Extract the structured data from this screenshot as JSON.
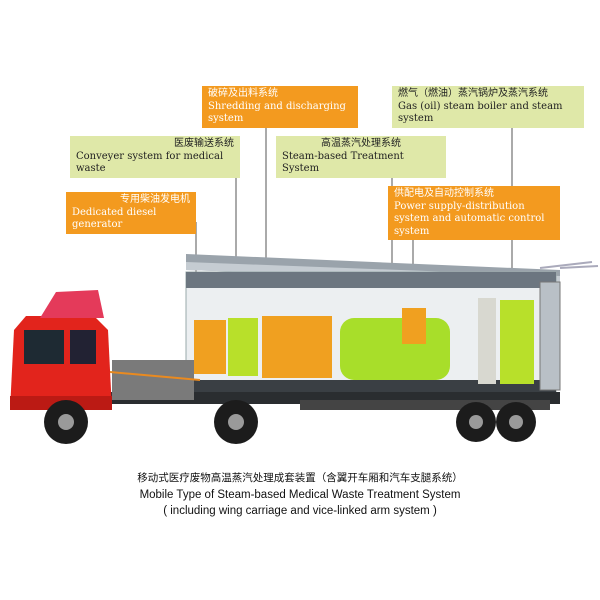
{
  "labels": {
    "shredding": {
      "zh": "破碎及出料系统",
      "en": "Shredding and discharging system"
    },
    "boiler": {
      "zh": "燃气（燃油）蒸汽锅炉及蒸汽系统",
      "en": "Gas (oil) steam boiler and steam system"
    },
    "conveyer": {
      "zh": "医废输送系统",
      "en": "Conveyer system for medical waste"
    },
    "steam_treatment": {
      "zh": "高温蒸汽处理系统",
      "en": "Steam-based Treatment System"
    },
    "diesel": {
      "zh": "专用柴油发电机",
      "en": "Dedicated diesel generator"
    },
    "power": {
      "zh": "供配电及自动控制系统",
      "en": "Power supply-distribution system and automatic control system"
    }
  },
  "caption": {
    "zh": "移动式医疗废物高温蒸汽处理成套装置（含翼开车厢和汽车支腿系统）",
    "en1": "Mobile Type of Steam-based Medical Waste Treatment System",
    "en2": "( including wing carriage and vice-linked arm system )"
  },
  "colors": {
    "green_label": "#dfe8a8",
    "orange_label": "#f39a1f",
    "truck_red": "#e2241c"
  }
}
